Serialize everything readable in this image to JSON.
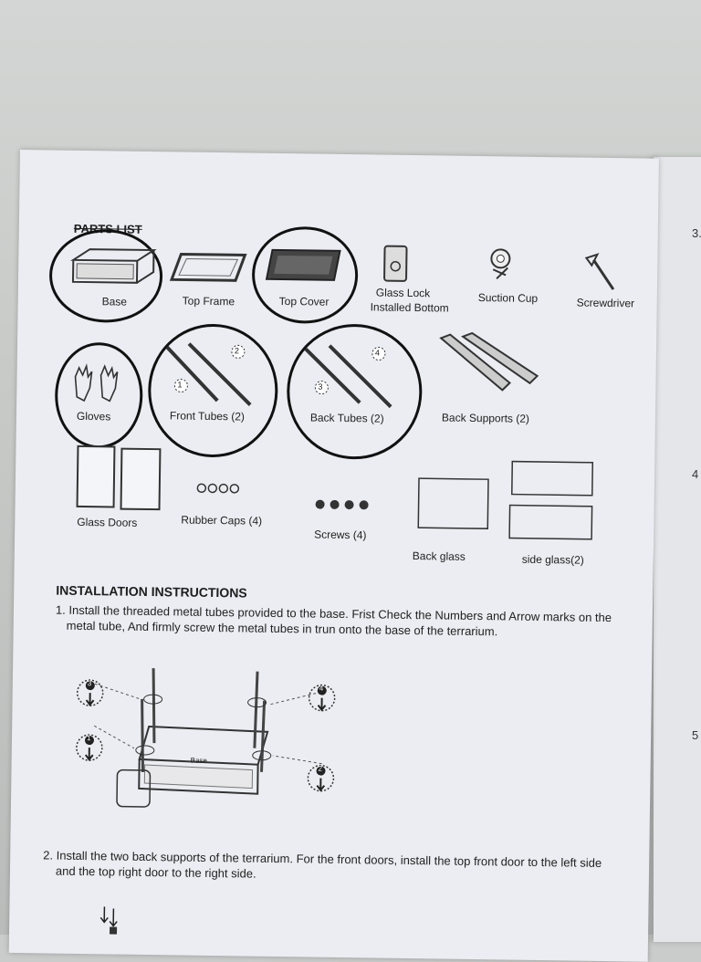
{
  "parts_list": {
    "header": "PARTS LIST",
    "items": [
      {
        "label": "Base"
      },
      {
        "label": "Top Frame"
      },
      {
        "label": "Top Cover"
      },
      {
        "label_line1": "Glass Lock",
        "label_line2": "Installed Bottom"
      },
      {
        "label": "Suction Cup"
      },
      {
        "label": "Screwdriver"
      },
      {
        "label": "Gloves"
      },
      {
        "label": "Front Tubes (2)"
      },
      {
        "label": "Back Tubes (2)"
      },
      {
        "label": "Back Supports (2)"
      },
      {
        "label": "Glass Doors"
      },
      {
        "label": "Rubber Caps (4)"
      },
      {
        "label": "Screws (4)"
      },
      {
        "label": "Back glass"
      },
      {
        "label": "side glass(2)"
      }
    ]
  },
  "instructions": {
    "title": "INSTALLATION INSTRUCTIONS",
    "step1": {
      "line1": "1. Install the threaded metal tubes provided to the base. Frist Check the Numbers and Arrow marks on the",
      "line2": "metal tube, And firmly screw the metal tubes in trun onto the base of the terrarium."
    },
    "diagram": {
      "base_label": "Base",
      "markers": [
        "3",
        "1",
        "4",
        "2"
      ]
    },
    "step2": {
      "line1": "2. Install the two back supports of the terrarium. For the front doors, install the top front door to the left side",
      "line2": "and the top right door to the right side."
    }
  },
  "tube_markers": {
    "front": [
      "1",
      "2"
    ],
    "back": [
      "3",
      "4"
    ]
  },
  "side_page_numbers": [
    "3.",
    "4",
    "5"
  ]
}
